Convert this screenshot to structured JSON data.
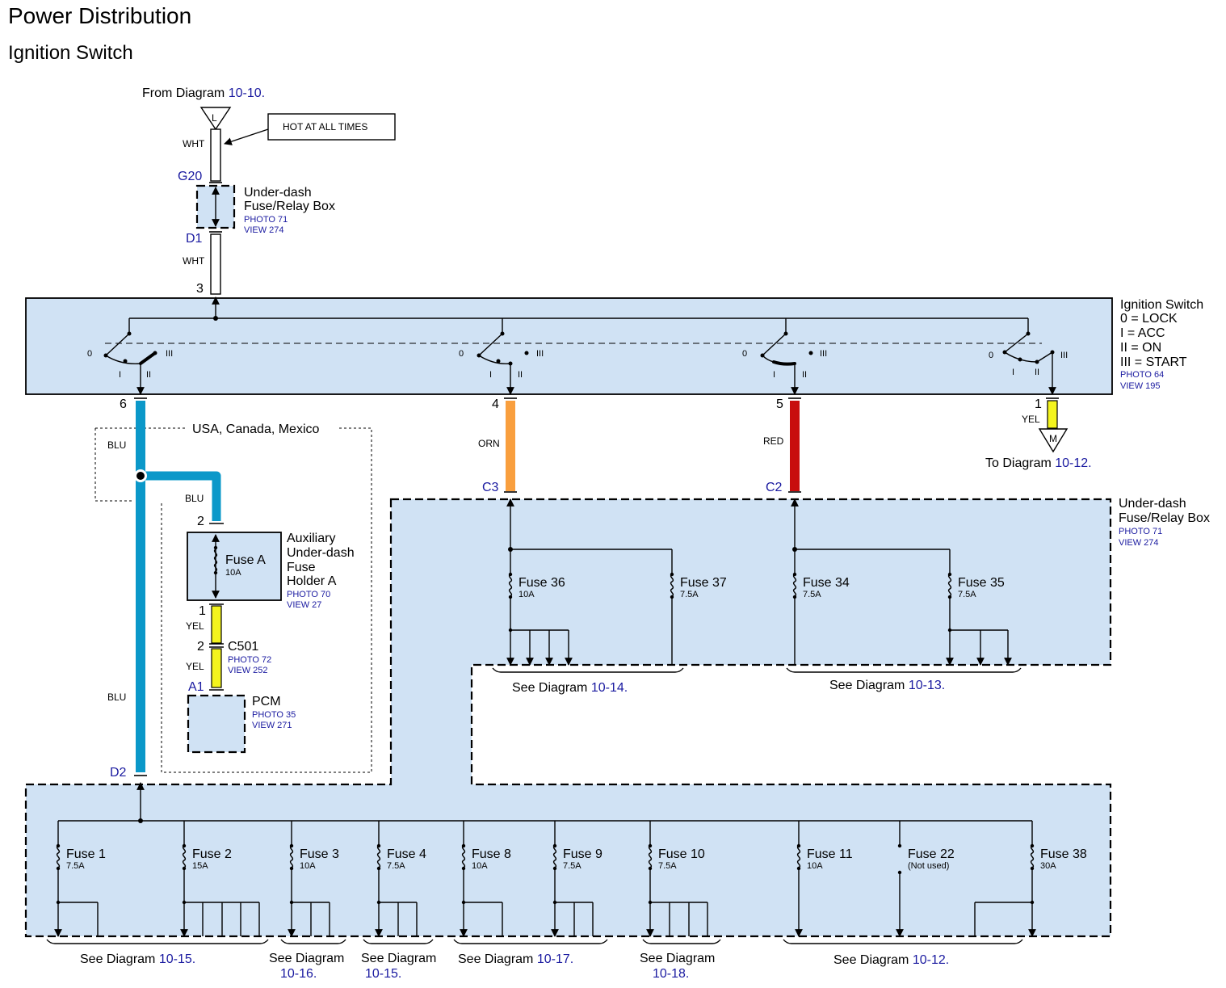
{
  "title": "Power Distribution",
  "subtitle": "Ignition Switch",
  "source": {
    "from_prefix": "From Diagram ",
    "from_ref": "10-10.",
    "terminal": "L",
    "hot_note": "HOT AT ALL TIMES"
  },
  "colors": {
    "panel": "#d0e2f4",
    "blu": "#0b98c9",
    "orn": "#f99f3e",
    "red": "#c80d0d",
    "yel": "#f4f41d",
    "link": "#1a1aa0"
  },
  "wires": {
    "wht": "WHT",
    "blu": "BLU",
    "orn": "ORN",
    "red": "RED",
    "yel": "YEL"
  },
  "connectors": {
    "g20": "G20",
    "d1": "D1",
    "d2": "D2",
    "c3": "C3",
    "c2": "C2",
    "a1": "A1",
    "pin3": "3",
    "pin6": "6",
    "pin4": "4",
    "pin5": "5",
    "pin1": "1",
    "pin2a": "2",
    "pin1a": "1",
    "pin2b": "2"
  },
  "upper_fuse_box": {
    "line1": "Under-dash",
    "line2": "Fuse/Relay Box",
    "photo": "PHOTO 71",
    "view": "VIEW 274"
  },
  "ignition_switch": {
    "name": "Ignition Switch",
    "positions": [
      "0 = LOCK",
      "I = ACC",
      "II = ON",
      "III = START"
    ],
    "photo": "PHOTO 64",
    "view": "VIEW 195",
    "pos_labels": {
      "p0": "0",
      "p1": "I",
      "p2": "II",
      "p3": "III"
    }
  },
  "region": "USA, Canada, Mexico",
  "aux_holder": {
    "line1": "Auxiliary",
    "line2": "Under-dash",
    "line3": "Fuse",
    "line4": "Holder A",
    "photo": "PHOTO 70",
    "view": "VIEW 27",
    "fuse": "Fuse A",
    "rating": "10A"
  },
  "c501": {
    "name": "C501",
    "photo": "PHOTO 72",
    "view": "VIEW 252"
  },
  "pcm": {
    "name": "PCM",
    "photo": "PHOTO 35",
    "view": "VIEW 271"
  },
  "to_diagram": {
    "terminal": "M",
    "prefix": "To Diagram ",
    "ref": "10-12."
  },
  "lower_fuse_box": {
    "line1": "Under-dash",
    "line2": "Fuse/Relay Box",
    "photo": "PHOTO 71",
    "view": "VIEW 274"
  },
  "upper_fuses": [
    {
      "name": "Fuse 36",
      "rating": "10A"
    },
    {
      "name": "Fuse 37",
      "rating": "7.5A"
    },
    {
      "name": "Fuse 34",
      "rating": "7.5A"
    },
    {
      "name": "Fuse 35",
      "rating": "7.5A"
    }
  ],
  "upper_refs": [
    {
      "prefix": "See Diagram ",
      "ref": "10-14."
    },
    {
      "prefix": "See Diagram ",
      "ref": "10-13."
    }
  ],
  "lower_fuses": [
    {
      "name": "Fuse 1",
      "rating": "7.5A"
    },
    {
      "name": "Fuse 2",
      "rating": "15A"
    },
    {
      "name": "Fuse 3",
      "rating": "10A"
    },
    {
      "name": "Fuse 4",
      "rating": "7.5A"
    },
    {
      "name": "Fuse 8",
      "rating": "10A"
    },
    {
      "name": "Fuse 9",
      "rating": "7.5A"
    },
    {
      "name": "Fuse 10",
      "rating": "7.5A"
    },
    {
      "name": "Fuse 11",
      "rating": "10A"
    },
    {
      "name": "Fuse 22",
      "rating": "(Not used)"
    },
    {
      "name": "Fuse 38",
      "rating": "30A"
    }
  ],
  "lower_refs": [
    {
      "prefix": "See Diagram ",
      "ref": "10-15."
    },
    {
      "prefix": "See Diagram",
      "ref": "10-16."
    },
    {
      "prefix": "See Diagram",
      "ref": "10-15."
    },
    {
      "prefix": "See Diagram ",
      "ref": "10-17."
    },
    {
      "prefix": "See Diagram",
      "ref": "10-18."
    },
    {
      "prefix": "See Diagram ",
      "ref": "10-12."
    }
  ]
}
